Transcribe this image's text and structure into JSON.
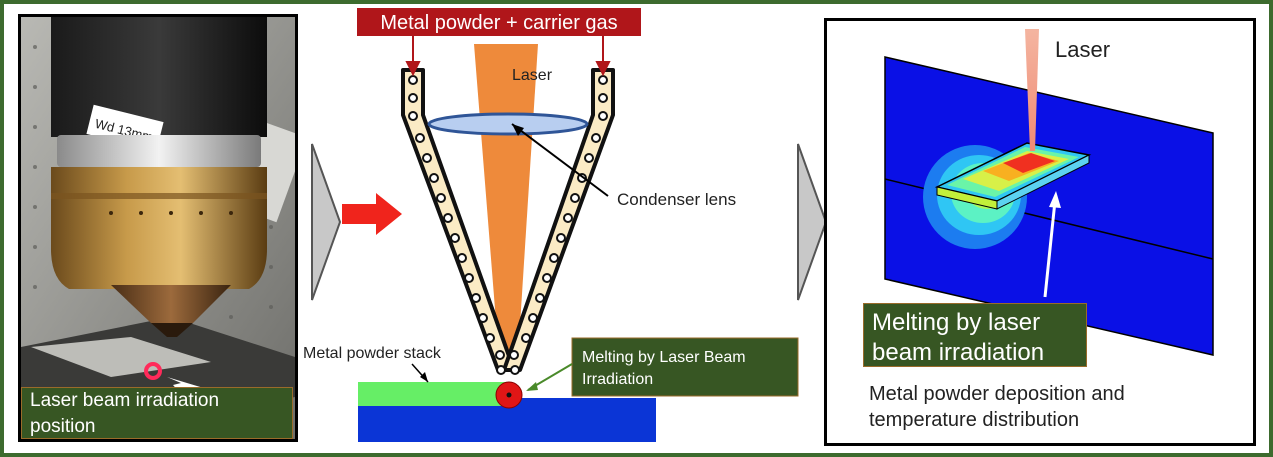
{
  "photo": {
    "lens_tag": "Wd 13mm",
    "caption": "Laser beam irradiation position"
  },
  "nozzle": {
    "header": "Metal powder + carrier gas",
    "laser_label": "Laser",
    "lens_label": "Condenser lens",
    "stack_label": "Metal powder stack",
    "melt_label": "Melting by Laser Beam Irradiation"
  },
  "simulation": {
    "laser_label": "Laser",
    "melt_label": "Melting by laser beam irradiation",
    "caption": "Metal powder deposition and temperature distribution"
  },
  "colors": {
    "header_red": "#b0161a",
    "label_green": "#375623",
    "laser_orange": "#ee8a3b",
    "substrate_blue": "#0b35d6",
    "powder_green": "#66ee66",
    "arrow_red": "#f0241c"
  }
}
